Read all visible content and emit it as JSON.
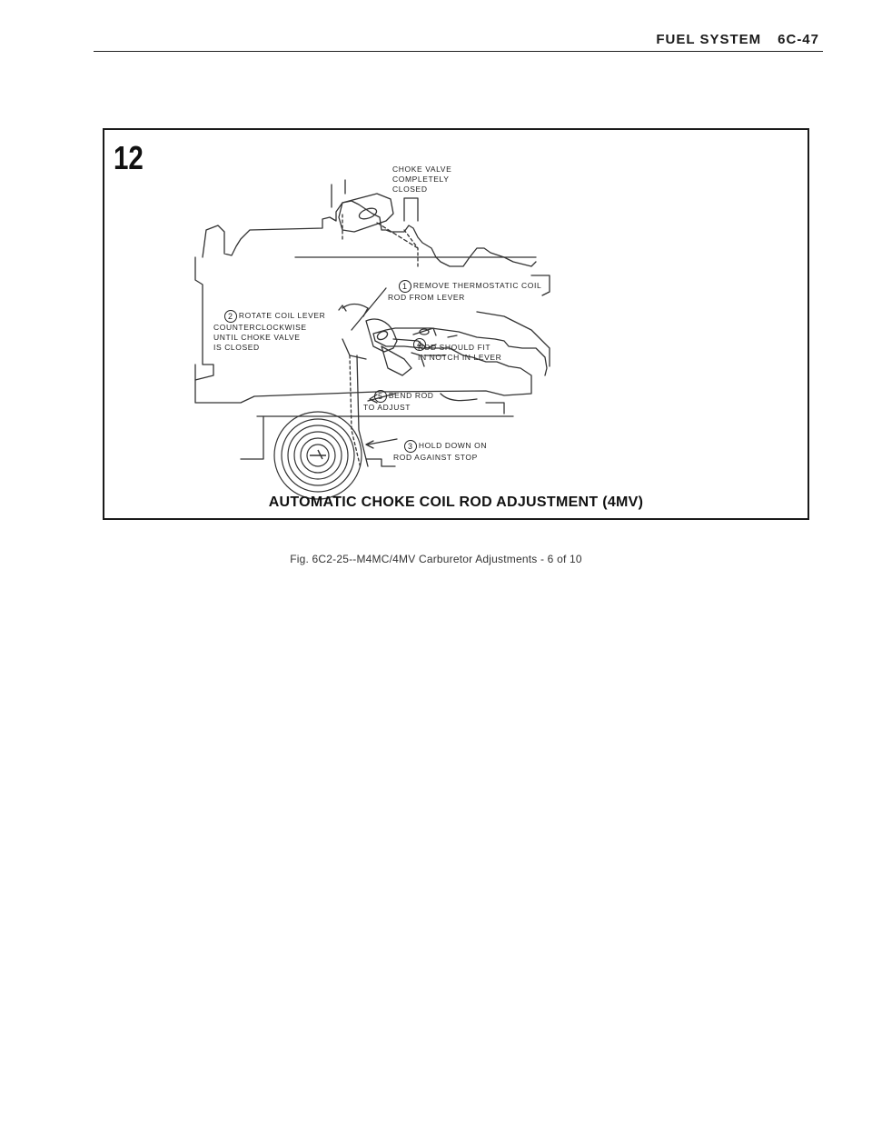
{
  "header": {
    "section": "FUEL SYSTEM",
    "page": "6C-47"
  },
  "figure": {
    "number": "12",
    "title": "AUTOMATIC CHOKE COIL ROD ADJUSTMENT (4MV)",
    "callouts": {
      "choke_valve": "CHOKE VALVE\nCOMPLETELY\nCLOSED",
      "step1": {
        "num": "1",
        "text": "REMOVE THERMOSTATIC COIL\nROD FROM LEVER"
      },
      "step2": {
        "num": "2",
        "text": "ROTATE COIL LEVER\nCOUNTERCLOCKWISE\nUNTIL CHOKE VALVE\nIS CLOSED"
      },
      "step3": {
        "num": "3",
        "text": "HOLD DOWN ON\nROD AGAINST STOP"
      },
      "step4": {
        "num": "4",
        "text": "ROD SHOULD FIT\nIN NOTCH IN LEVER"
      },
      "step5": {
        "num": "5",
        "text": "BEND ROD\nTO ADJUST"
      }
    }
  },
  "caption": "Fig. 6C2-25--M4MC/4MV Carburetor Adjustments - 6 of 10"
}
